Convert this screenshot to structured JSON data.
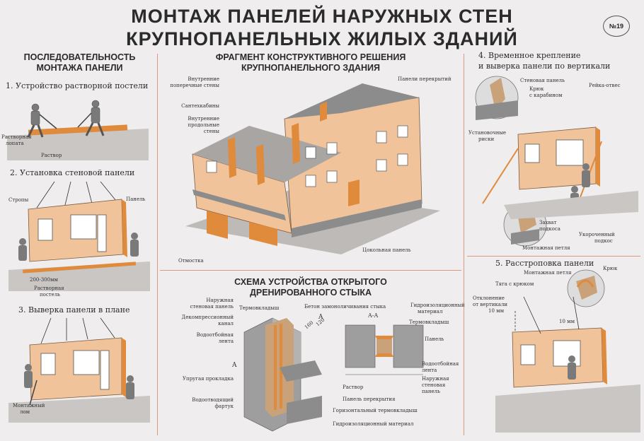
{
  "title": {
    "line1": "МОНТАЖ ПАНЕЛЕЙ НАРУЖНЫХ СТЕН",
    "line2": "КРУПНОПАНЕЛЬНЫХ ЖИЛЫХ ЗДАНИЙ"
  },
  "poster_number": "№19",
  "left_section": {
    "heading_line1": "ПОСЛЕДОВАТЕЛЬНОСТЬ",
    "heading_line2": "МОНТАЖА ПАНЕЛИ",
    "step1": {
      "title": "1. Устройство растворной постели",
      "labels": {
        "shovel_line1": "Растворная",
        "shovel_line2": "лопата",
        "mortar": "Раствор"
      }
    },
    "step2": {
      "title": "2. Установка стеновой панели",
      "labels": {
        "slings": "Стропы",
        "panel": "Панель",
        "gap": "200-300мм",
        "bed_line1": "Растворная",
        "bed_line2": "постель"
      }
    },
    "step3": {
      "title": "3. Выверка панели в плане",
      "labels": {
        "crowbar_line1": "Монтажный",
        "crowbar_line2": "лом"
      }
    }
  },
  "center_top": {
    "heading_line1": "ФРАГМЕНТ КОНСТРУКТИВНОГО РЕШЕНИЯ",
    "heading_line2": "КРУПНОПАНЕЛЬНОГО ЗДАНИЯ",
    "labels": {
      "inner_cross_line1": "Внутренние",
      "inner_cross_line2": "поперечные стены",
      "sanitary": "Сантехкабины",
      "inner_long_line1": "Внутренние",
      "inner_long_line2": "продольные",
      "inner_long_line3": "стены",
      "slab_panels": "Панели перекрытий",
      "blind_area": "Отмостка",
      "plinth_panel": "Цокольная панель"
    }
  },
  "center_bottom": {
    "heading_line1": "СХЕМА УСТРОЙСТВА ОТКРЫТОГО",
    "heading_line2": "ДРЕНИРОВАННОГО СТЫКА",
    "labels": {
      "outer_panel_line1": "Наружная",
      "outer_panel_line2": "стеновая панель",
      "thermo_insert_top": "Термовкладыш",
      "concrete": "Бетон замоноличивания стыка",
      "decompression_line1": "Декомпрессионный",
      "decompression_line2": "канал",
      "waterproof_tape_line1": "Водоотбойная",
      "waterproof_tape_line2": "лента",
      "elastic_gasket": "Упругая прокладка",
      "drain_apron_line1": "Водоотводящий",
      "drain_apron_line2": "фартук",
      "section_a": "A",
      "section_aa": "A-A",
      "waterproofing_line1": "Гидроизоляционный",
      "waterproofing_line2": "материал",
      "thermo_insert_right": "Термовкладыш",
      "panel": "Панель",
      "waterproof_tape_r_line1": "Водоотбойная",
      "waterproof_tape_r_line2": "лента",
      "outer_panel_r_line1": "Наружная",
      "outer_panel_r_line2": "стеновая",
      "outer_panel_r_line3": "панель",
      "mortar": "Раствор",
      "slab_panel": "Панель перекрытия",
      "horizontal_insert": "Горизонтальный термовкладыш",
      "waterproofing_bottom": "Гидроизоляционный материал",
      "dim_1": "160",
      "dim_2": "120"
    }
  },
  "right_section": {
    "step4": {
      "title_line1": "4. Временное крепление",
      "title_line2": "и выверка панели по вертикали",
      "labels": {
        "wall_panel": "Стеновая панель",
        "hook_line1": "Крюк",
        "hook_line2": "с карабином",
        "plumb_rail": "Рейка-отвес",
        "marks_line1": "Установочные",
        "marks_line2": "риски",
        "grip_line1": "Захват",
        "grip_line2": "подкоса",
        "short_brace_line1": "Укороченный",
        "short_brace_line2": "подкос",
        "loop": "Монтажная петля"
      }
    },
    "step5": {
      "title": "5. Расстроповка панели",
      "labels": {
        "loop": "Монтажная петля",
        "hook": "Крюк",
        "rod": "Тяга с крюком",
        "deviation_line1": "Отклонение",
        "deviation_line2": "от вертикали",
        "deviation_line3": "10 мм",
        "dim_10": "10 мм"
      }
    }
  },
  "colors": {
    "background": "#efeded",
    "panel_orange": "#e08a3c",
    "panel_light": "#f0c39a",
    "concrete_gray": "#8c8c8c",
    "divider": "#d89a80",
    "text": "#2b2b2b"
  }
}
